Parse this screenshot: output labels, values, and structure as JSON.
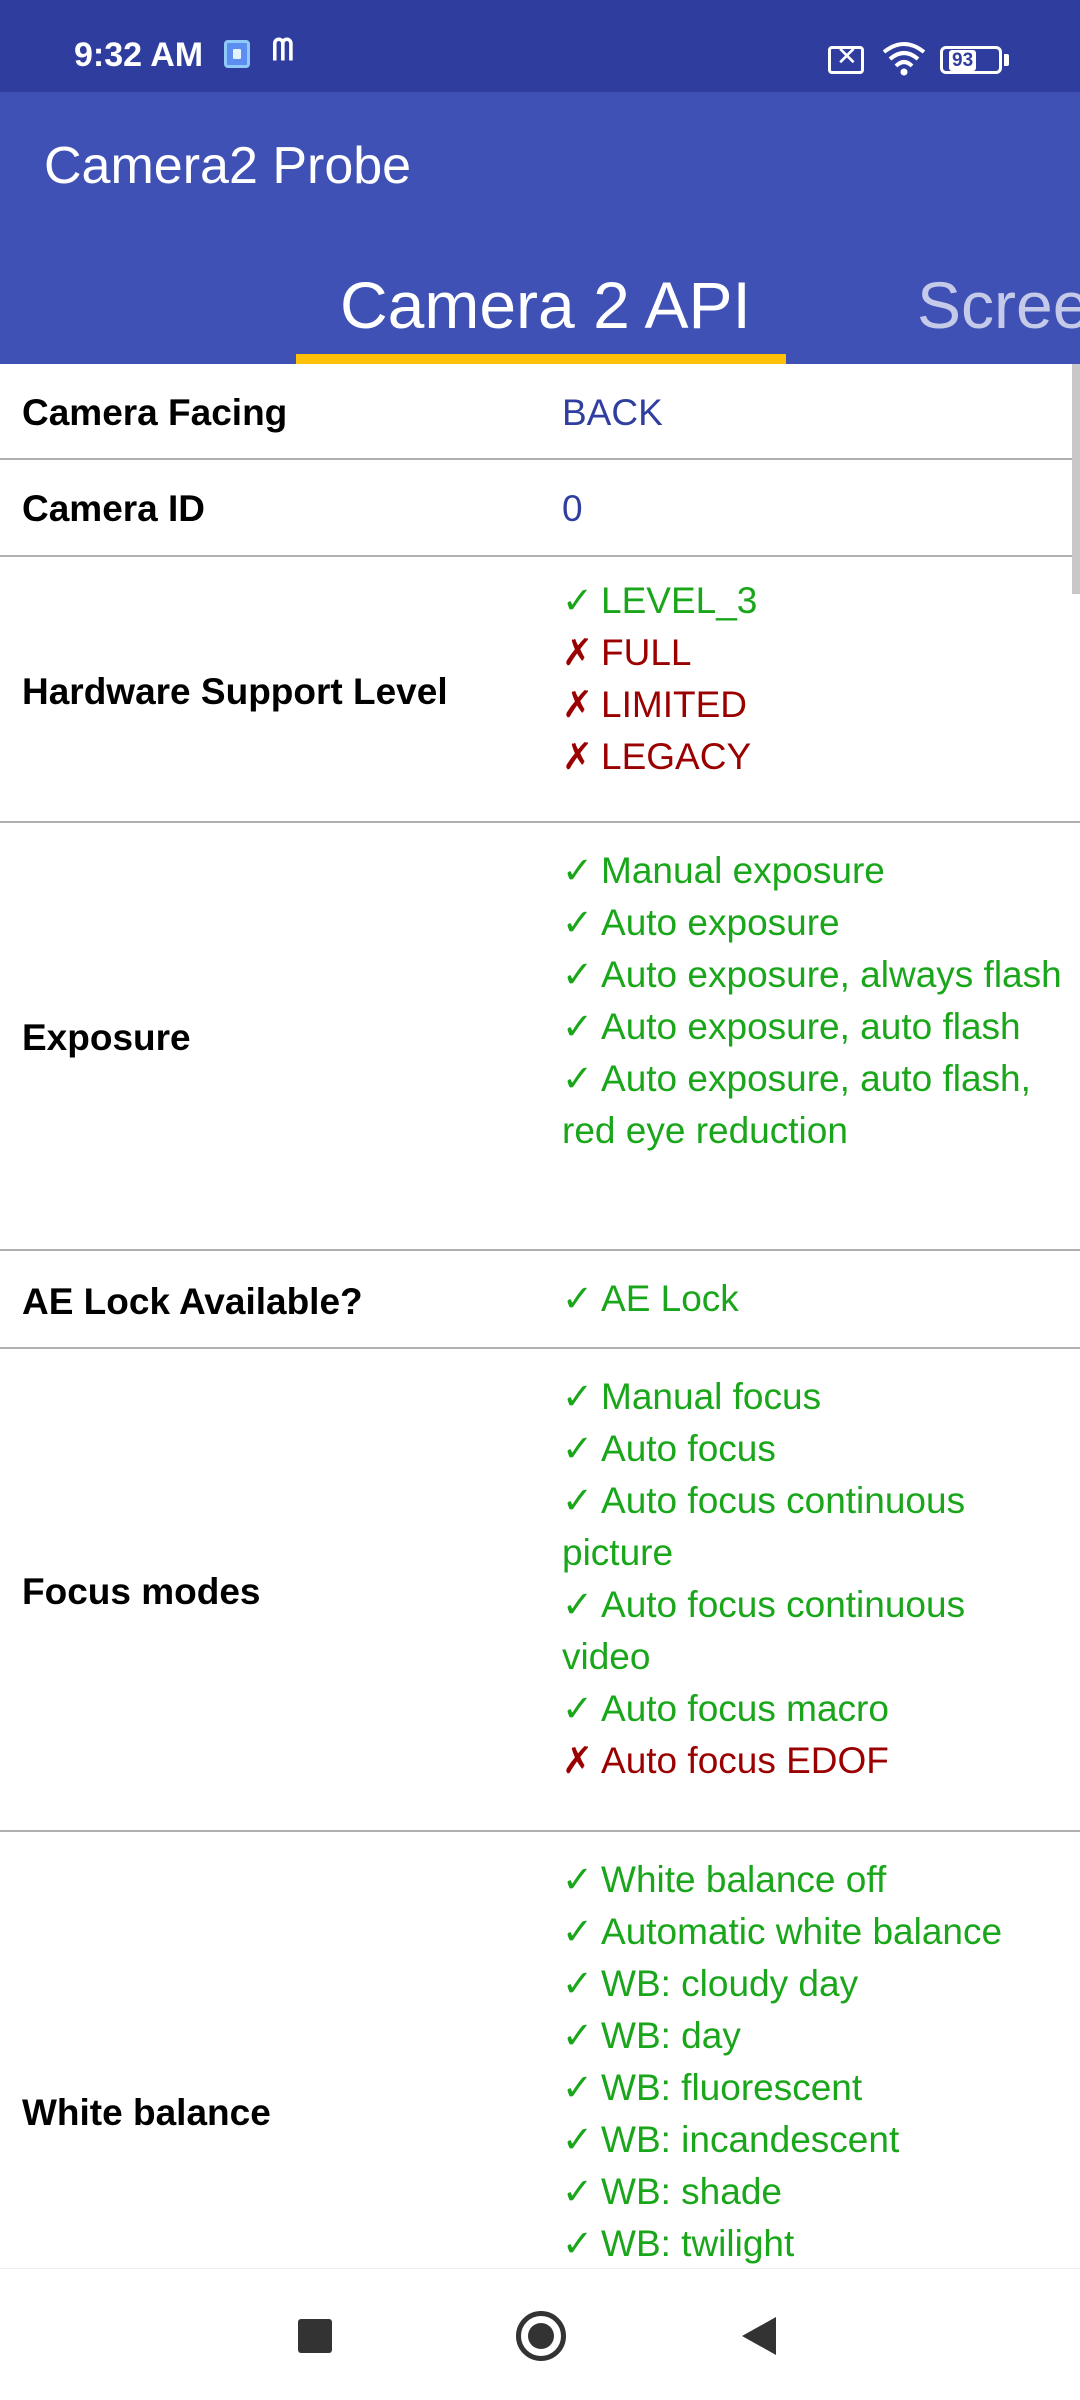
{
  "status_bar": {
    "time": "9:32 AM",
    "battery": "93",
    "icons": [
      "sim-icon",
      "malwarebytes-icon",
      "no-sim-icon",
      "wifi-icon",
      "battery-icon"
    ]
  },
  "app_bar": {
    "title": "Camera2 Probe"
  },
  "tabs": [
    {
      "label": "Camera 2 API",
      "active": true
    },
    {
      "label": "Scree",
      "active": false
    }
  ],
  "colors": {
    "status_bar": "#2f3e9e",
    "app_bar": "#3f51b5",
    "tab_indicator": "#ffc107",
    "supported": "#1aa61a",
    "unsupported": "#9b0000",
    "plain_value": "#303f9f"
  },
  "rows": [
    {
      "label": "Camera Facing",
      "value": "BACK"
    },
    {
      "label": "Camera ID",
      "value": "0"
    },
    {
      "label": "Hardware Support Level",
      "items": [
        {
          "mark": "✓",
          "text": "LEVEL_3",
          "ok": true
        },
        {
          "mark": "✗",
          "text": "FULL",
          "ok": false
        },
        {
          "mark": "✗",
          "text": "LIMITED",
          "ok": false
        },
        {
          "mark": "✗",
          "text": "LEGACY",
          "ok": false
        }
      ]
    },
    {
      "label": "Exposure",
      "items": [
        {
          "mark": "✓",
          "text": "Manual exposure",
          "ok": true
        },
        {
          "mark": "✓",
          "text": "Auto exposure",
          "ok": true
        },
        {
          "mark": "✓",
          "text": "Auto exposure, always flash",
          "ok": true
        },
        {
          "mark": "✓",
          "text": "Auto exposure, auto flash",
          "ok": true
        },
        {
          "mark": "✓",
          "text": "Auto exposure, auto flash, red eye reduction",
          "ok": true
        }
      ]
    },
    {
      "label": "AE Lock Available?",
      "items": [
        {
          "mark": "✓",
          "text": "AE Lock",
          "ok": true
        }
      ]
    },
    {
      "label": "Focus modes",
      "items": [
        {
          "mark": "✓",
          "text": "Manual focus",
          "ok": true
        },
        {
          "mark": "✓",
          "text": "Auto focus",
          "ok": true
        },
        {
          "mark": "✓",
          "text": "Auto focus continuous picture",
          "ok": true
        },
        {
          "mark": "✓",
          "text": "Auto focus continuous video",
          "ok": true
        },
        {
          "mark": "✓",
          "text": "Auto focus macro",
          "ok": true
        },
        {
          "mark": "✗",
          "text": "Auto focus EDOF",
          "ok": false
        }
      ]
    },
    {
      "label": "White balance",
      "items": [
        {
          "mark": "✓",
          "text": "White balance off",
          "ok": true
        },
        {
          "mark": "✓",
          "text": "Automatic white balance",
          "ok": true
        },
        {
          "mark": "✓",
          "text": "WB: cloudy day",
          "ok": true
        },
        {
          "mark": "✓",
          "text": "WB: day",
          "ok": true
        },
        {
          "mark": "✓",
          "text": "WB: fluorescent",
          "ok": true
        },
        {
          "mark": "✓",
          "text": "WB: incandescent",
          "ok": true
        },
        {
          "mark": "✓",
          "text": "WB: shade",
          "ok": true
        },
        {
          "mark": "✓",
          "text": "WB: twilight",
          "ok": true
        }
      ]
    }
  ]
}
